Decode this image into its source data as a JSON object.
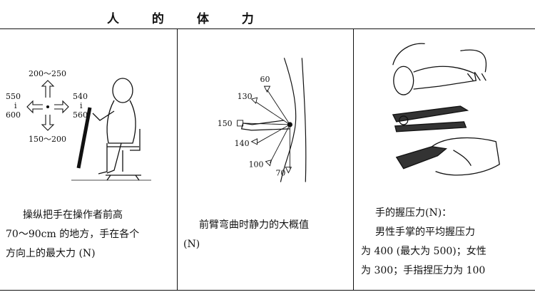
{
  "title": "人 的 体 力",
  "cells": [
    {
      "figure_labels": {
        "up": "200～250",
        "left_top": "550",
        "left_bottom": "600",
        "right_top": "540",
        "right_bottom": "560",
        "down": "150～200"
      },
      "caption": [
        "操纵把手在操作者前高",
        "70～90cm 的地方，手在各个",
        "方向上的最大力 (N)"
      ]
    },
    {
      "figure_labels": [
        "60",
        "130",
        "150",
        "140",
        "100",
        "70"
      ],
      "caption": [
        "前臂弯曲时静力的大概值",
        "(N)"
      ]
    },
    {
      "caption": [
        "手的握压力(N)：",
        "男性手掌的平均握压力",
        "为 400 (最大为 500)；女性",
        "为 300；手指捏压力为 100"
      ]
    }
  ]
}
